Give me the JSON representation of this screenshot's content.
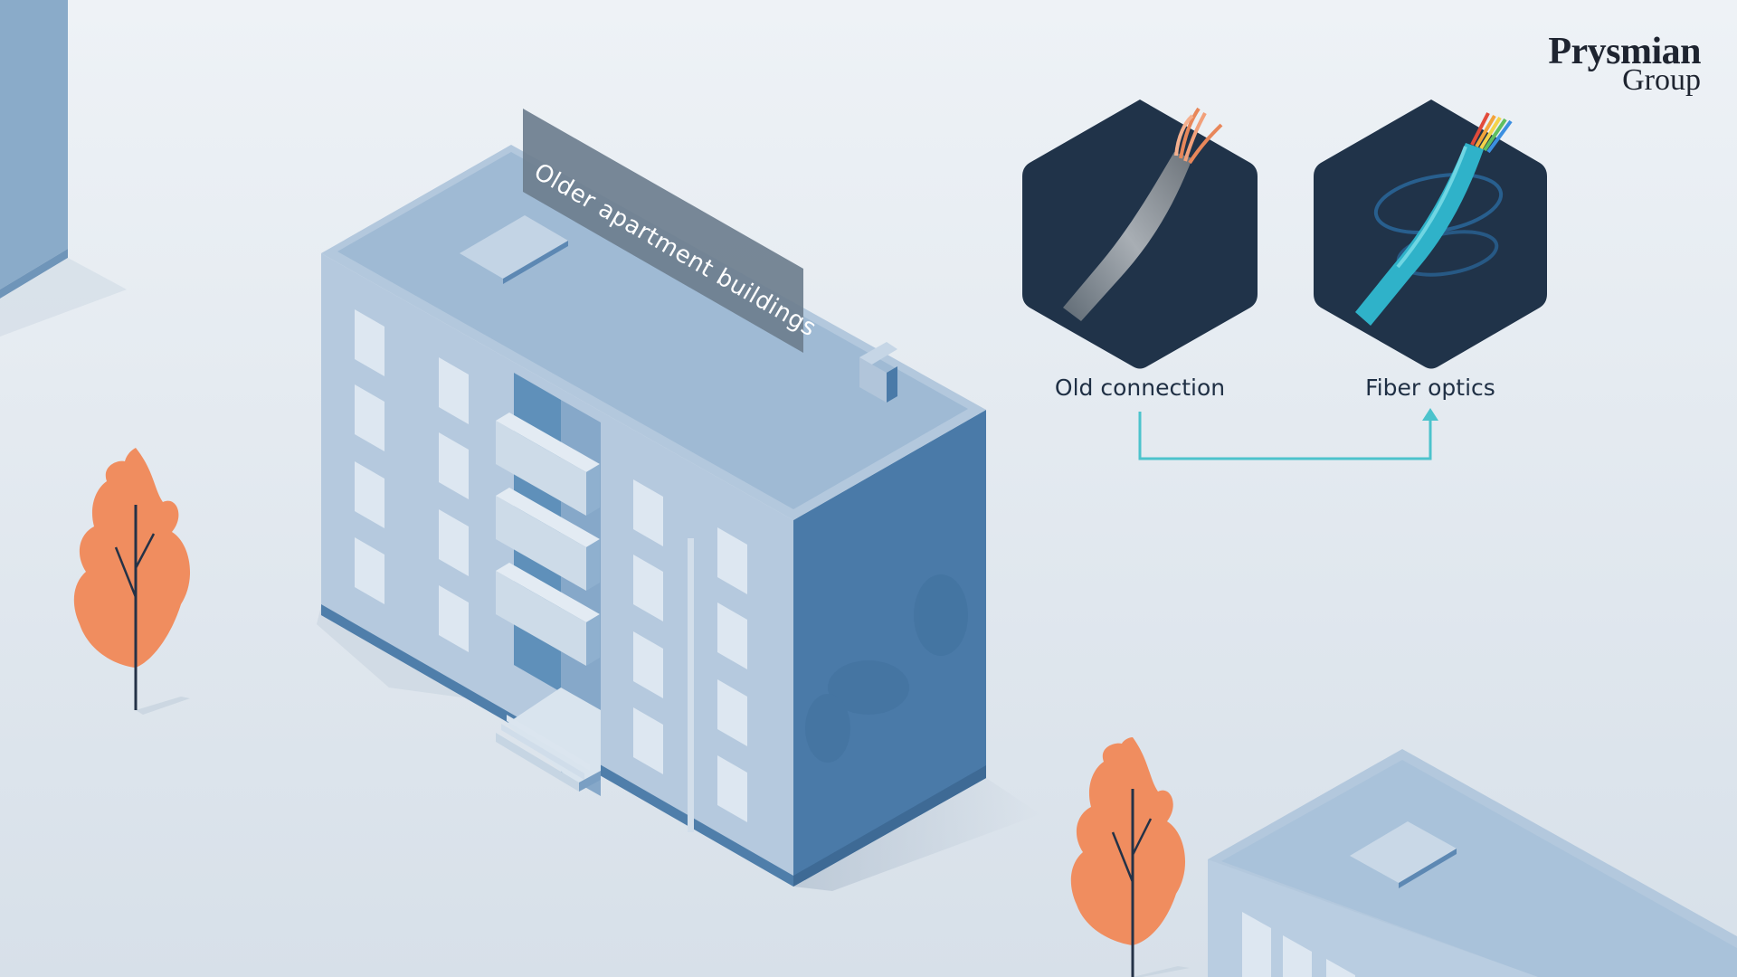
{
  "brand": {
    "name": "Prysmian",
    "suffix": "Group"
  },
  "sign": {
    "label": "Older apartment buildings"
  },
  "comparison": {
    "old": {
      "label": "Old connection",
      "icon": "copper-cable-icon"
    },
    "new": {
      "label": "Fiber optics",
      "icon": "fiber-optic-cable-icon"
    },
    "connector": "arrow-connector"
  },
  "colors": {
    "background": "#e6ecf2",
    "hexagon": "#203349",
    "building_top": "#9fbad4",
    "building_left": "#b5c9de",
    "building_right": "#4a7aa8",
    "tree": "#f08d5f",
    "fiber": "#2fb2c9",
    "copper": "#e8875a",
    "connector": "#4cc3cc",
    "brand_text": "#1e2430"
  }
}
